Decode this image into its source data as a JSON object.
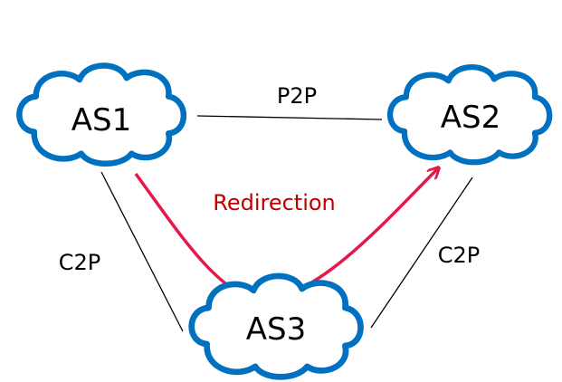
{
  "nodes": {
    "as1": {
      "label": "AS1"
    },
    "as2": {
      "label": "AS2"
    },
    "as3": {
      "label": "AS3"
    }
  },
  "edges": {
    "as1_as2": {
      "label": "P2P"
    },
    "as1_as3": {
      "label": "C2P"
    },
    "as2_as3": {
      "label": "C2P"
    }
  },
  "redirection": {
    "label": "Redirection",
    "color": "#e8174b",
    "label_color": "#c00000"
  },
  "cloud_colors": {
    "stroke": "#0070c0",
    "fill": "#ffffff"
  }
}
